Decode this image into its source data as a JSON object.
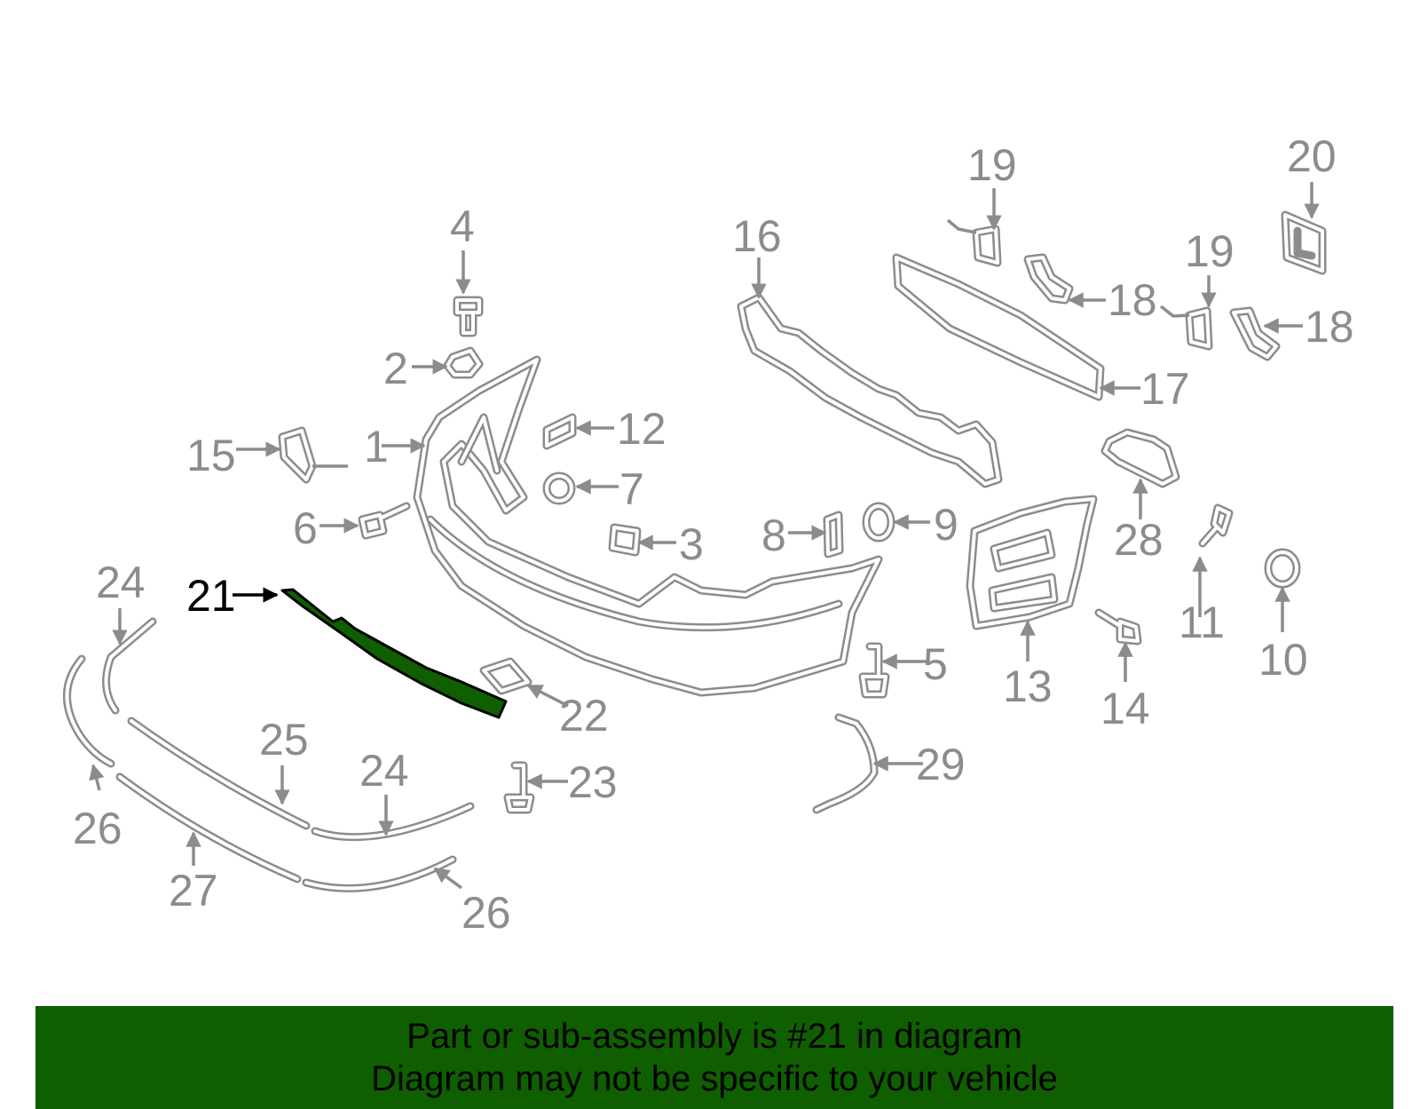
{
  "diagram": {
    "labels": {
      "p1": "1",
      "p2": "2",
      "p3": "3",
      "p4": "4",
      "p5": "5",
      "p6": "6",
      "p7": "7",
      "p8": "8",
      "p9": "9",
      "p10": "10",
      "p11": "11",
      "p12": "12",
      "p13": "13",
      "p14": "14",
      "p15": "15",
      "p16": "16",
      "p17": "17",
      "p18a": "18",
      "p18b": "18",
      "p19a": "19",
      "p19b": "19",
      "p20": "20",
      "p21": "21",
      "p22": "22",
      "p23": "23",
      "p24a": "24",
      "p24b": "24",
      "p25": "25",
      "p26a": "26",
      "p26b": "26",
      "p27": "27",
      "p28": "28",
      "p29": "29"
    },
    "highlighted_part": "21",
    "colors": {
      "part_gray": "#8c8c8c",
      "highlight_fill": "#0f5f00",
      "highlight_label": "#000000",
      "banner_bg": "#0f5f00"
    }
  },
  "banner": {
    "line1": "Part or sub-assembly is #21 in diagram",
    "line2": "Diagram may not be specific to your vehicle"
  }
}
